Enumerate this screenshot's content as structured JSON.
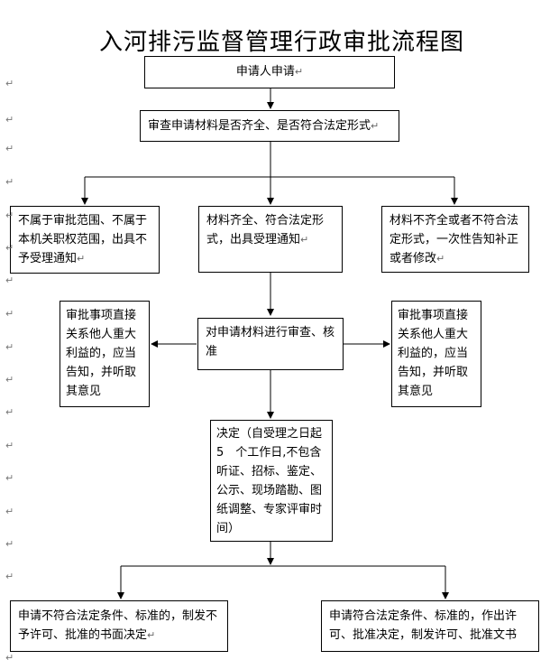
{
  "title": "入河排污监督管理行政审批流程图",
  "para_mark": "↵",
  "nodes": {
    "apply": "申请人申请",
    "review": "审查申请材料是否齐全、是否符合法定形式",
    "reject_scope": "不属于审批范围、不属于本机关职权范围，出具不予受理通知",
    "accept": "材料齐全、符合法定形式，出具受理通知",
    "incomplete": "材料不齐全或者不符合法定形式，一次性告知补正或者修改",
    "examine": "对申请材料进行审查、核准",
    "notify_left": "审批事项直接关系他人重大利益的，应当告知，并听取其意见",
    "notify_right": "审批事项直接关系他人重大利益的，应当告知，并听取其意见",
    "decision": "决定（自受理之日起5　个工作日,不包含听证、招标、鉴定、公示、现场踏勘、图纸调整、专家评审时间）",
    "deny": "申请不符合法定条件、标准的，制发不予许可、批准的书面决定",
    "approve": "申请符合法定条件、标准的，作出许可、批准决定，制发许可、批准文书"
  }
}
